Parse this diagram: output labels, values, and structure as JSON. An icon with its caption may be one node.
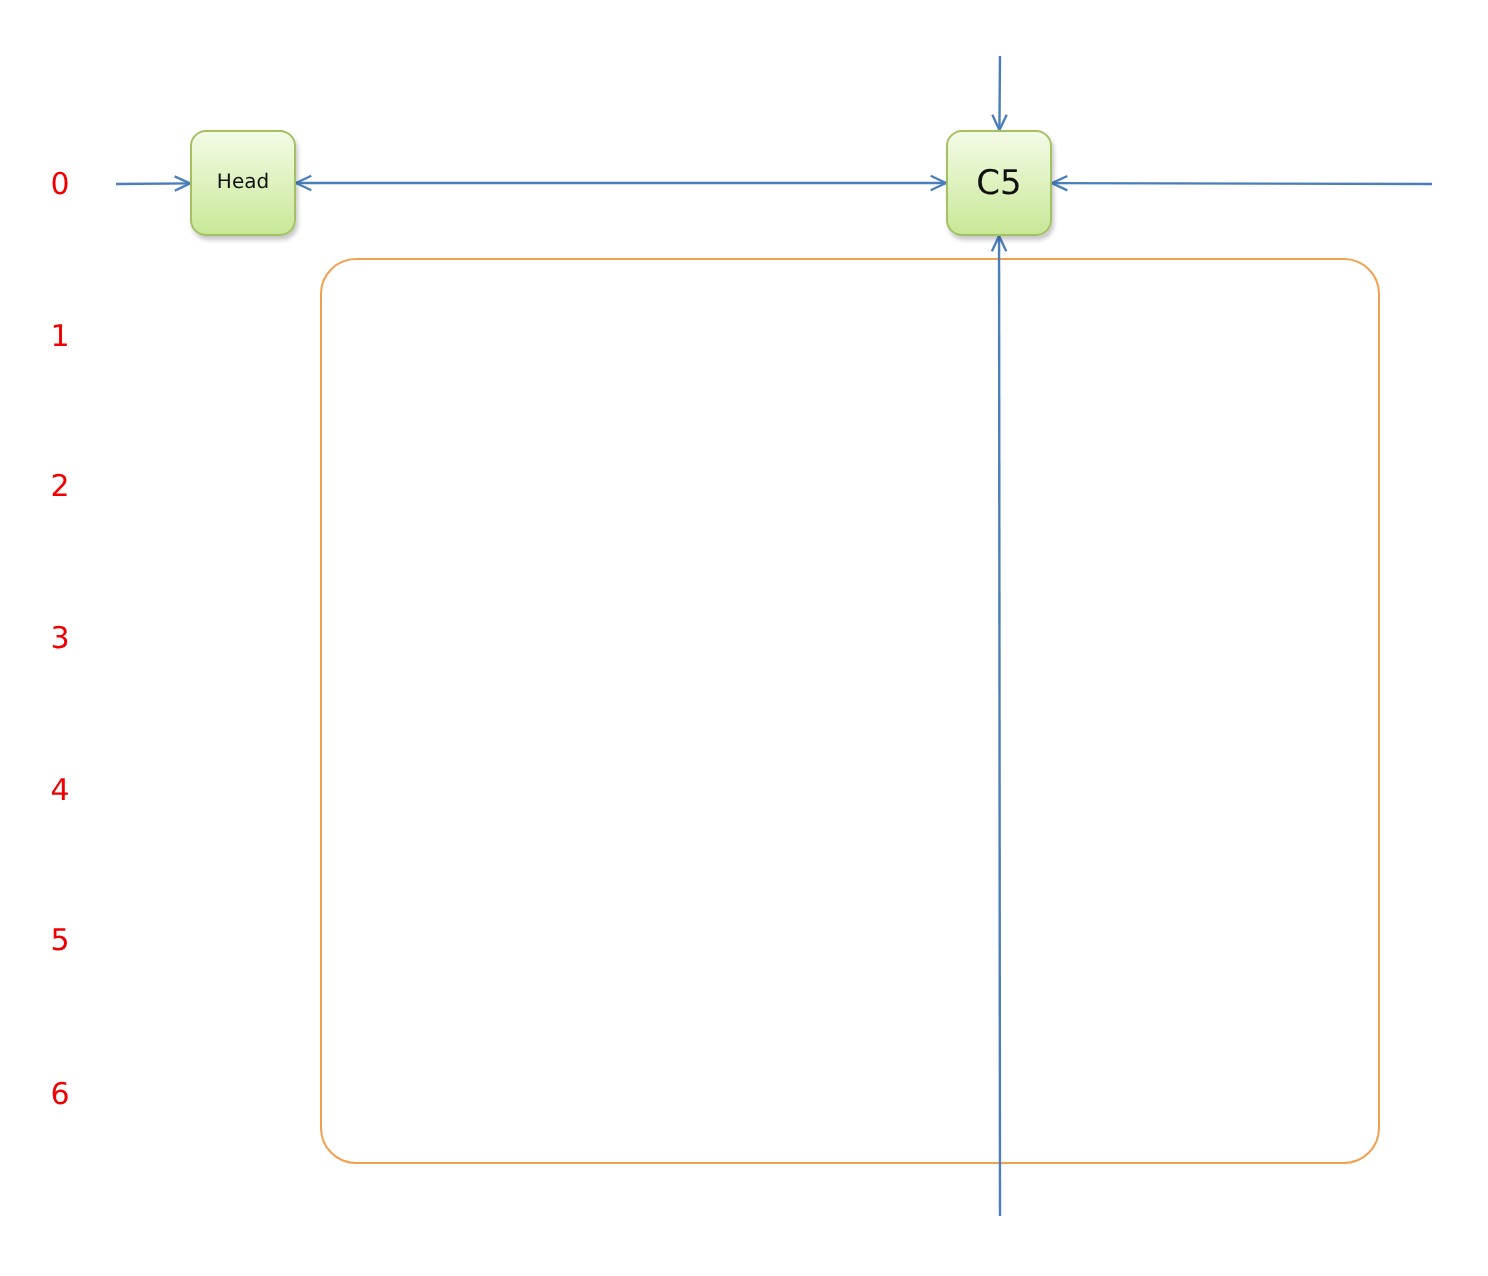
{
  "diagram": {
    "nodes": [
      {
        "text": [
          "Head"
        ]
      },
      {
        "text": [
          "C5"
        ]
      },
      {
        "text": [],
        "shape": "box"
      }
    ],
    "edges": [
      {
        "from": null,
        "to": 0,
        "arrow": "to"
      },
      {
        "from": 0,
        "to": 1,
        "arrow": "both"
      },
      {
        "from": null,
        "to": 1,
        "arrow": "to"
      },
      {
        "from": null,
        "to": 1,
        "arrow": "to"
      },
      {
        "from": null,
        "to": 1,
        "arrow": "to"
      }
    ],
    "labels": [
      "0",
      "1",
      "2",
      "3",
      "4",
      "5",
      "6"
    ]
  }
}
